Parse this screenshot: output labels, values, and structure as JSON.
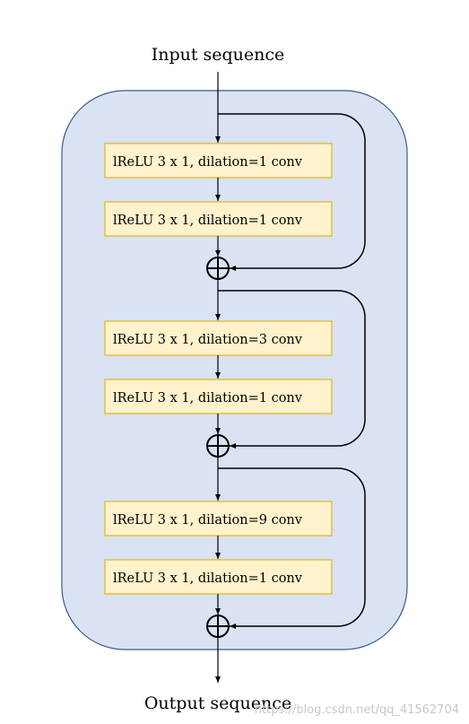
{
  "input_label": "Input sequence",
  "output_label": "Output sequence",
  "blocks": [
    {
      "layers": [
        "lReLU 3 x 1, dilation=1 conv",
        "lReLU 3 x 1, dilation=1 conv"
      ]
    },
    {
      "layers": [
        "lReLU 3 x 1, dilation=3 conv",
        "lReLU 3 x 1, dilation=1 conv"
      ]
    },
    {
      "layers": [
        "lReLU 3 x 1, dilation=9 conv",
        "lReLU 3 x 1, dilation=1 conv"
      ]
    }
  ],
  "watermark": "https://blog.csdn.net/qq_41562704",
  "colors": {
    "container_fill": "#d9e3f3",
    "container_stroke": "#3d5a8a",
    "box_fill": "#fff2cc",
    "box_stroke": "#e3b320"
  }
}
